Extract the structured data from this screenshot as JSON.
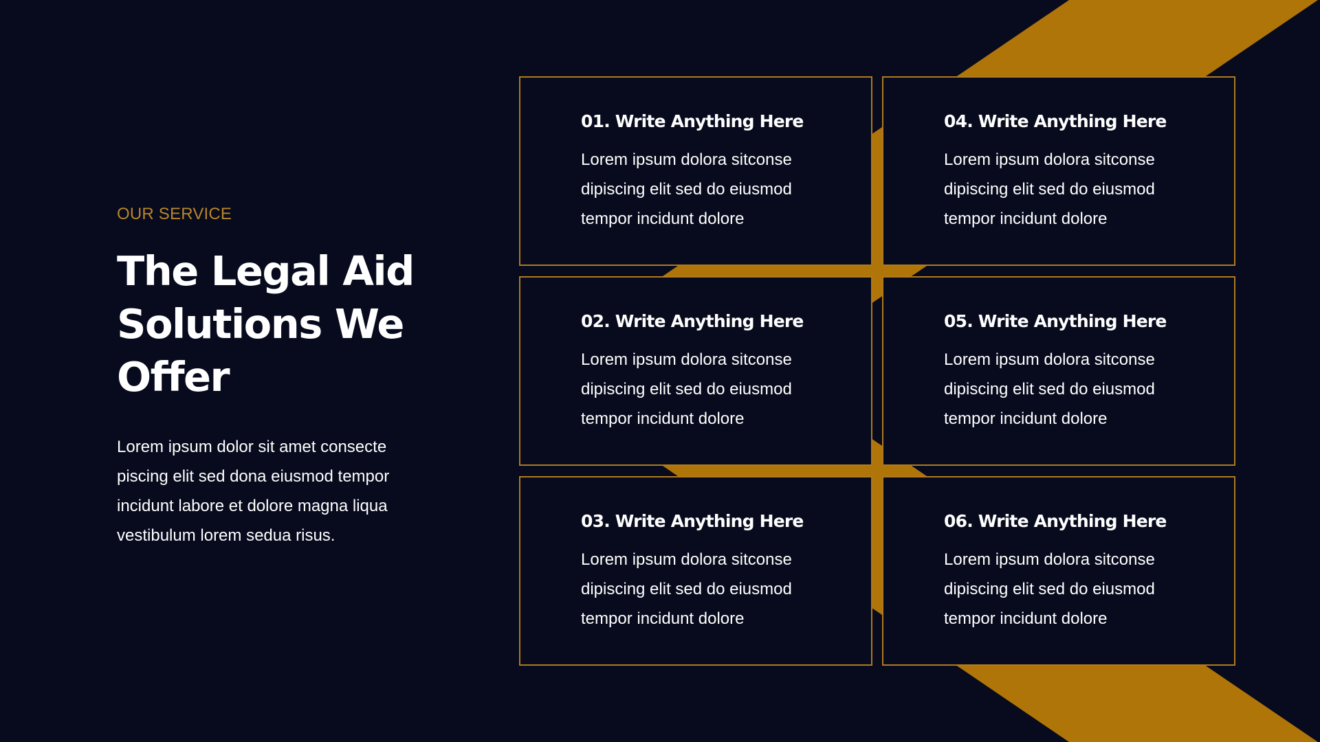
{
  "colors": {
    "background": "#070B1D",
    "accent_gold": "#B07508",
    "card_border": "#B07A1F",
    "eyebrow": "#B8862A",
    "text": "#FFFFFF"
  },
  "intro": {
    "eyebrow": "OUR SERVICE",
    "heading": "The Legal Aid Solutions We Offer",
    "body": "Lorem ipsum dolor sit amet consecte piscing elit sed dona eiusmod tempor incidunt labore et dolore magna liqua vestibulum lorem sedua risus."
  },
  "services": [
    {
      "title": "01. Write Anything Here",
      "body": "Lorem ipsum dolora sitconse dipiscing elit sed do eiusmod tempor incidunt dolore"
    },
    {
      "title": "02. Write Anything Here",
      "body": "Lorem ipsum dolora sitconse dipiscing elit sed do eiusmod tempor incidunt dolore"
    },
    {
      "title": "03. Write Anything Here",
      "body": "Lorem ipsum dolora sitconse dipiscing elit sed do eiusmod tempor incidunt dolore"
    },
    {
      "title": "04. Write Anything Here",
      "body": "Lorem ipsum dolora sitconse dipiscing elit sed do eiusmod tempor incidunt dolore"
    },
    {
      "title": "05. Write Anything Here",
      "body": "Lorem ipsum dolora sitconse dipiscing elit sed do eiusmod tempor incidunt dolore"
    },
    {
      "title": "06. Write Anything Here",
      "body": "Lorem ipsum dolora sitconse dipiscing elit sed do eiusmod tempor incidunt dolore"
    }
  ]
}
